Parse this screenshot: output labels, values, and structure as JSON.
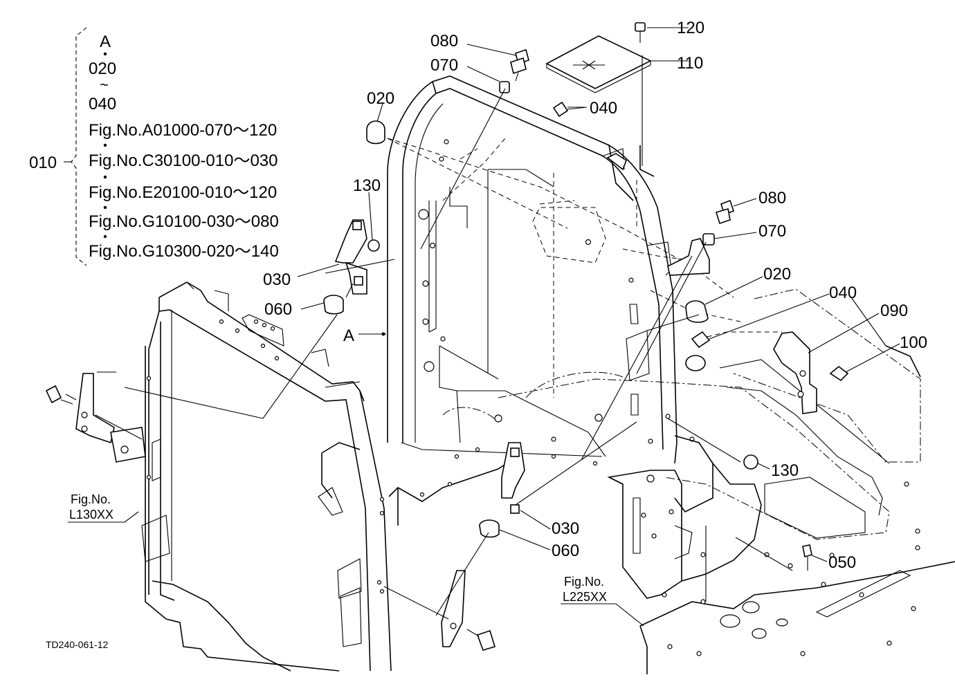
{
  "group": {
    "header": "A",
    "range_start": "020",
    "range_tilde": "~",
    "range_end": "040",
    "refs": [
      "Fig.No.A01000-070～120",
      "Fig.No.C30100-010～030",
      "Fig.No.E20100-010～120",
      "Fig.No.G10100-030～080",
      "Fig.No.G10300-020～140"
    ],
    "label": "010"
  },
  "callouts": {
    "c080_top": "080",
    "c070_top": "070",
    "c020_left": "020",
    "c040_top": "040",
    "c120": "120",
    "c110": "110",
    "c130_left": "130",
    "c030_left": "030",
    "c060_left": "060",
    "cA": "A",
    "c080_right": "080",
    "c070_right": "070",
    "c020_right": "020",
    "c040_right": "040",
    "c090": "090",
    "c100": "100",
    "c130_right": "130",
    "c030_bottom": "030",
    "c060_bottom": "060",
    "c050": "050"
  },
  "fig_refs": {
    "left_line1": "Fig.No.",
    "left_line2": "L130XX",
    "right_line1": "Fig.No.",
    "right_line2": "L225XX"
  },
  "drawing_id": "TD240-061-12"
}
